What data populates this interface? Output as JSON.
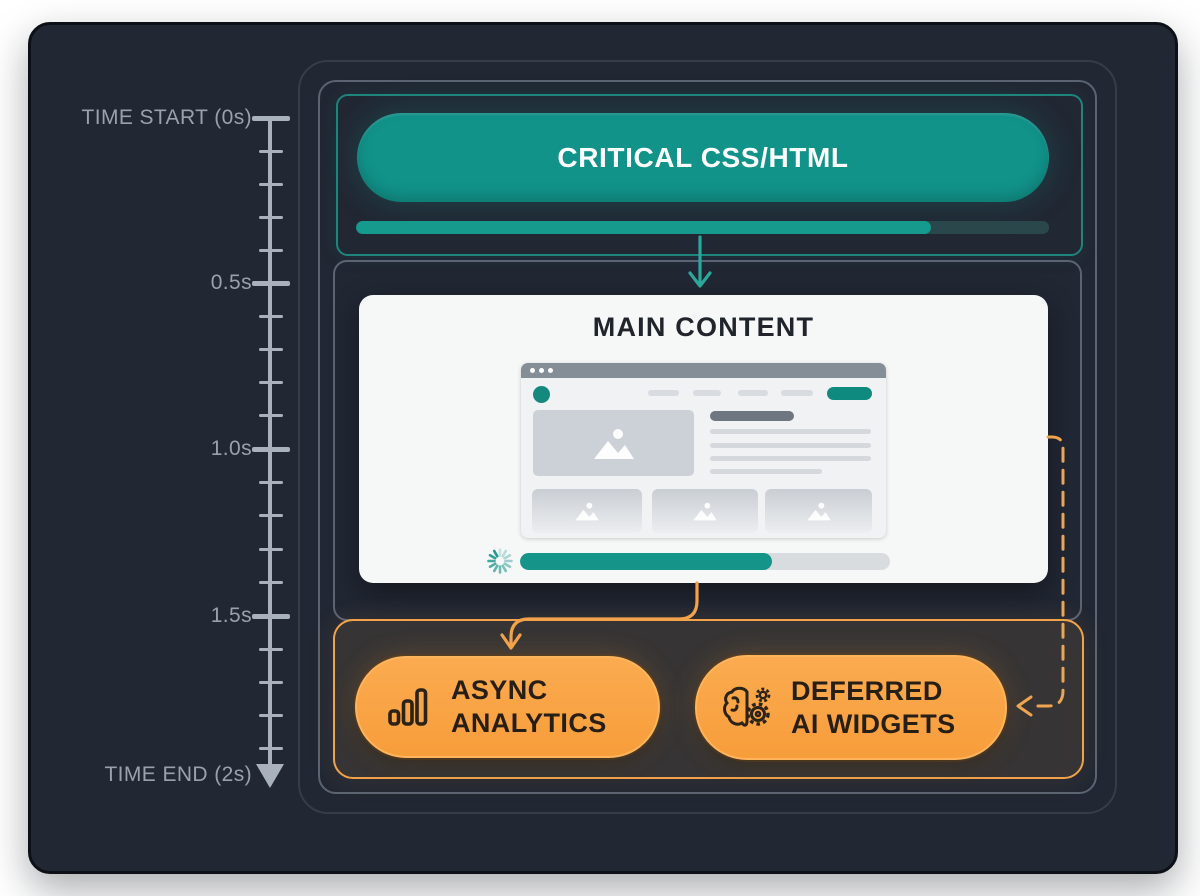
{
  "timeline": {
    "labels": [
      {
        "text": "TIME START (0s)"
      },
      {
        "text": "0.5s"
      },
      {
        "text": "1.0s"
      },
      {
        "text": "1.5s"
      },
      {
        "text": "TIME END (2s)"
      }
    ]
  },
  "critical": {
    "label": "CRITICAL CSS/HTML",
    "progress_pct": 83
  },
  "main_content": {
    "title": "MAIN CONTENT",
    "progress_pct": 68
  },
  "deferred": {
    "analytics": {
      "label": "ASYNC\nANALYTICS",
      "icon": "bar-chart-icon"
    },
    "ai_widgets": {
      "label": "DEFERRED\nAI WIDGETS",
      "icon": "brain-gear-icon"
    }
  },
  "colors": {
    "panel": "#212733",
    "teal": "#14948a",
    "teal_track": "#2a484c",
    "teal_arrow": "#2aa89c",
    "orange": "#f9a446",
    "orange_border": "#f2a24b",
    "timeline": "#a8b1bc",
    "card_bg": "#f6f7f7"
  }
}
